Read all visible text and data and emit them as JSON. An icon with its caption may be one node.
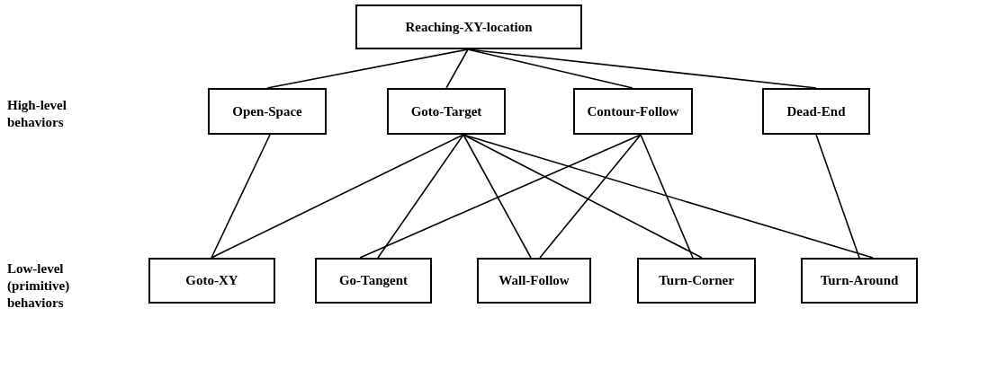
{
  "diagram": {
    "nodes": [
      {
        "text": [
          "Reaching-XY-location"
        ]
      },
      {
        "text": [
          "Open-Space"
        ]
      },
      {
        "text": [
          "Goto-Target"
        ]
      },
      {
        "text": [
          "Contour-Follow"
        ]
      },
      {
        "text": [
          "Dead-End"
        ]
      },
      {
        "text": [
          "Goto-XY"
        ]
      },
      {
        "text": [
          "Go-Tangent"
        ]
      },
      {
        "text": [
          "Wall-Follow"
        ]
      },
      {
        "text": [
          "Turn-Corner"
        ]
      },
      {
        "text": [
          "Turn-Around"
        ]
      }
    ],
    "edges": [
      {
        "from": 0,
        "to": 1,
        "arrow": "none"
      },
      {
        "from": 0,
        "to": 2,
        "arrow": "none"
      },
      {
        "from": 0,
        "to": 3,
        "arrow": "none"
      },
      {
        "from": 0,
        "to": 4,
        "arrow": "none"
      },
      {
        "from": 1,
        "to": 5,
        "arrow": "none"
      },
      {
        "from": 2,
        "to": 5,
        "arrow": "none"
      },
      {
        "from": 2,
        "to": 6,
        "arrow": "none"
      },
      {
        "from": 2,
        "to": 7,
        "arrow": "none"
      },
      {
        "from": 2,
        "to": 8,
        "arrow": "none"
      },
      {
        "from": 2,
        "to": 9,
        "arrow": "none"
      },
      {
        "from": 3,
        "to": 6,
        "arrow": "none"
      },
      {
        "from": 3,
        "to": 7,
        "arrow": "none"
      },
      {
        "from": 3,
        "to": 8,
        "arrow": "none"
      },
      {
        "from": 4,
        "to": 9,
        "arrow": "none"
      }
    ],
    "labels": [
      "High-level behaviors",
      "Low-level (primitive) behaviors"
    ]
  }
}
